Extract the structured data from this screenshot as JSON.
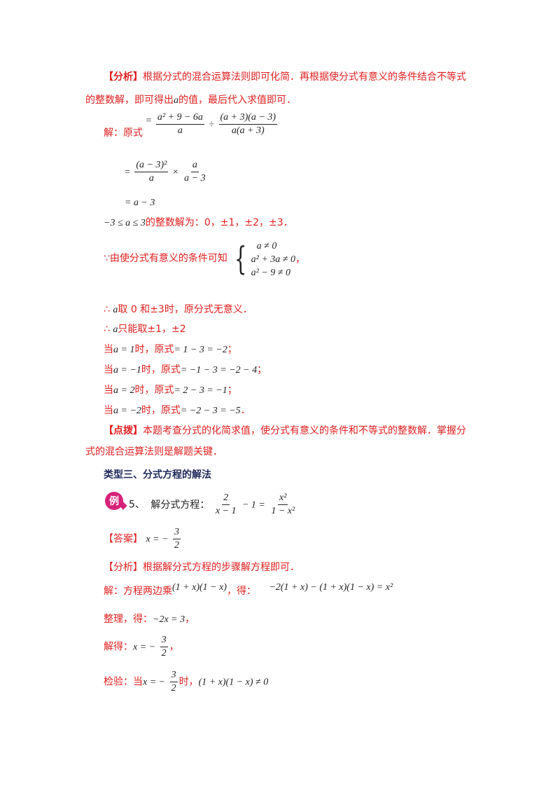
{
  "analysis1": {
    "tag": "【分析】",
    "text_a": "根据分式的混合运算法则即可化简．再根据使分式有意义的条件结合不等式",
    "text_b": "的整数解，即可得出",
    "var": "a",
    "text_c": "的值，最后代入求值即可．"
  },
  "solution1": {
    "label": "解：原式",
    "step1_num1": "a² + 9 − 6a",
    "step1_den1": "a",
    "step1_op": "÷",
    "step1_num2": "(a + 3)(a − 3)",
    "step1_den2": "a(a + 3)",
    "step2_num1": "(a − 3)²",
    "step2_den1": "a",
    "step2_op": "×",
    "step2_num2": "a",
    "step2_den2": "a − 3",
    "step3": "= a − 3",
    "range": "−3 ≤ a ≤ 3",
    "range_text": "的整数解为：0，±1，±2，±3．",
    "cond_text": "∵由使分式有意义的条件可知",
    "cond_lines": [
      "a ≠ 0",
      "a² + 3a ≠ 0",
      "a² − 9 ≠ 0"
    ],
    "cond_end": "，",
    "therefore1": "∴",
    "therefore1_var": "a",
    "therefore1_text": "取 0 和±3时，原分式无意义．",
    "therefore2": "∴",
    "therefore2_var": "a",
    "therefore2_text": "只能取±1，±2",
    "cases": [
      {
        "pre": "当",
        "cond": "a = 1",
        "mid": "时，原式",
        "expr": "= 1 − 3 = −2",
        "end": "；"
      },
      {
        "pre": "当",
        "cond": "a = −1",
        "mid": "时，原式",
        "expr": "= −1 − 3 = −2 − 4",
        "end": "；"
      },
      {
        "pre": "当",
        "cond": "a = 2",
        "mid": "时，原式",
        "expr": "= 2 − 3 = −1",
        "end": "；"
      },
      {
        "pre": "当",
        "cond": "a = −2",
        "mid": "时，原式",
        "expr": "= −2 − 3 = −5",
        "end": "．"
      }
    ]
  },
  "tip1": {
    "tag": "【点拨】",
    "text_a": "本题考查分式的化简求值，使分式有意义的条件和不等式的整数解．掌握分",
    "text_b": "式的混合运算法则是解题关键．"
  },
  "section": {
    "title": "类型三、分式方程的解法"
  },
  "example5": {
    "badge": "例",
    "number": "5、",
    "prompt": "解分式方程：",
    "lhs_num": "2",
    "lhs_den": "x − 1",
    "lhs_tail": "− 1 =",
    "rhs_num": "x²",
    "rhs_den": "1 − x²"
  },
  "answer5": {
    "tag": "【答案】",
    "lhs": "x = −",
    "num": "3",
    "den": "2"
  },
  "analysis5": {
    "tag": "【分析】",
    "text": "根据解分式方程的步骤解方程即可．"
  },
  "solution5": {
    "line1_label": "解：方程两边乘",
    "line1_factor": "(1 + x)(1 − x)",
    "line1_mid": "，得：",
    "line1_eq": "−2(1 + x) − (1 + x)(1 − x) = x²",
    "line2_label": "整理，得：",
    "line2_eq": "−2x = 3",
    "line2_end": "，",
    "line3_label": "解得：",
    "line3_lhs": "x = −",
    "line3_num": "3",
    "line3_den": "2",
    "line3_end": "，",
    "line4_label": "检验：当",
    "line4_lhs": "x = −",
    "line4_num": "3",
    "line4_den": "2",
    "line4_mid": "时，",
    "line4_eq": "(1 + x)(1 − x) ≠ 0"
  },
  "colors": {
    "accent_red": "#e02020",
    "heading_navy": "#1f2a5a",
    "badge_pink": "#d6217a"
  }
}
